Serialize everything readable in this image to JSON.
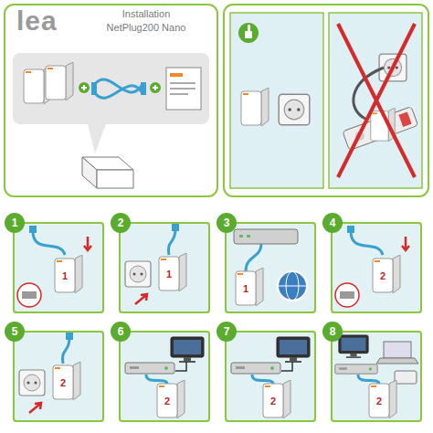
{
  "diagram": {
    "title": "Installation NetPlug200 Nano",
    "nodes": [
      {
        "text": [
          "1"
        ]
      },
      {
        "text": [
          "2"
        ]
      },
      {
        "text": [
          "3"
        ]
      },
      {
        "text": [
          "4"
        ]
      },
      {
        "text": [
          "5"
        ]
      },
      {
        "text": [
          "6"
        ]
      },
      {
        "text": [
          "7"
        ]
      },
      {
        "text": [
          "8"
        ]
      }
    ],
    "labels": [
      "lea",
      "1",
      "1",
      "1",
      "2",
      "2",
      "2",
      "2",
      "2"
    ]
  }
}
